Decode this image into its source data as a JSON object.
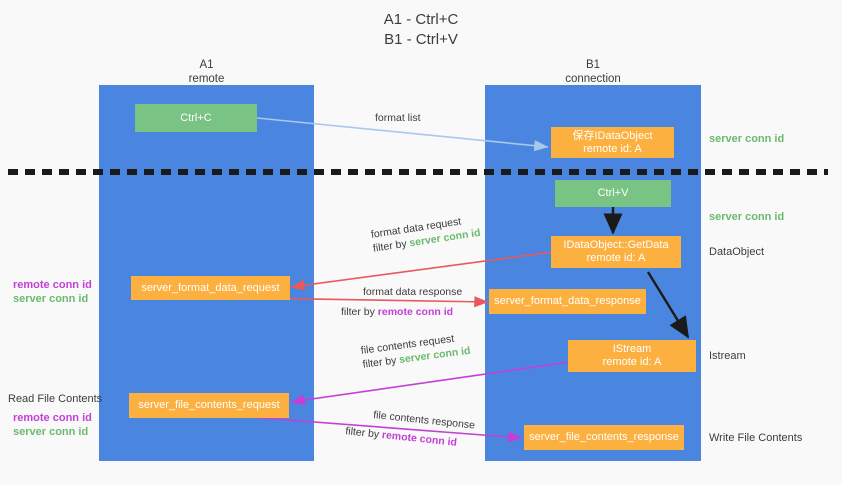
{
  "title": {
    "line1": "A1 - Ctrl+C",
    "line2": "B1 - Ctrl+V"
  },
  "columns": {
    "left": {
      "name": "A1",
      "role": "remote"
    },
    "right": {
      "name": "B1",
      "role": "connection"
    }
  },
  "colors": {
    "lane": "#4a86e0",
    "green_box": "#79c384",
    "orange_box": "#fbb040",
    "background": "#f9f9f9",
    "server_conn_text": "#6aba6f",
    "remote_conn_text": "#c33fd6",
    "arrow_blue": "#a8c8ec",
    "arrow_red": "#e8585c",
    "arrow_magenta": "#c33fd6",
    "arrow_black": "#1a1a1a"
  },
  "boxes": {
    "ctrl_c": {
      "label": "Ctrl+C"
    },
    "save_idataobject": {
      "line1": "保存IDataObject",
      "line2": "remote id: A"
    },
    "ctrl_v": {
      "label": "Ctrl+V"
    },
    "getdata": {
      "line1": "IDataObject::GetData",
      "line2": "remote id: A"
    },
    "istream": {
      "line1": "IStream",
      "line2": "remote id: A"
    },
    "server_format_data_request": {
      "label": "server_format_data_request"
    },
    "server_format_data_response": {
      "label": "server_format_data_response"
    },
    "server_file_contents_request": {
      "label": "server_file_contents_request"
    },
    "server_file_contents_response": {
      "label": "server_file_contents_response"
    }
  },
  "edges": {
    "format_list": {
      "text": "format list"
    },
    "format_data_request": {
      "line1": "format data request",
      "prefix": "filter by ",
      "conn": "server conn id"
    },
    "format_data_response": {
      "line1": "format data response",
      "prefix": "filter by ",
      "conn": "remote conn id"
    },
    "file_contents_request": {
      "line1": "file contents request",
      "prefix": "filter by ",
      "conn": "server conn id"
    },
    "file_contents_response": {
      "line1": "file contents response",
      "prefix": "filter by ",
      "conn": "remote conn id"
    }
  },
  "right_notes": {
    "server_conn_top": "server conn id",
    "server_conn_mid": "server conn id",
    "dataobject": "DataObject",
    "istream": "Istream",
    "write_file_contents": "Write File Contents"
  },
  "left_notes": {
    "format_remote": "remote conn id",
    "format_server": "server conn id",
    "read_file_contents": "Read File Contents",
    "file_remote": "remote conn id",
    "file_server": "server conn id"
  }
}
